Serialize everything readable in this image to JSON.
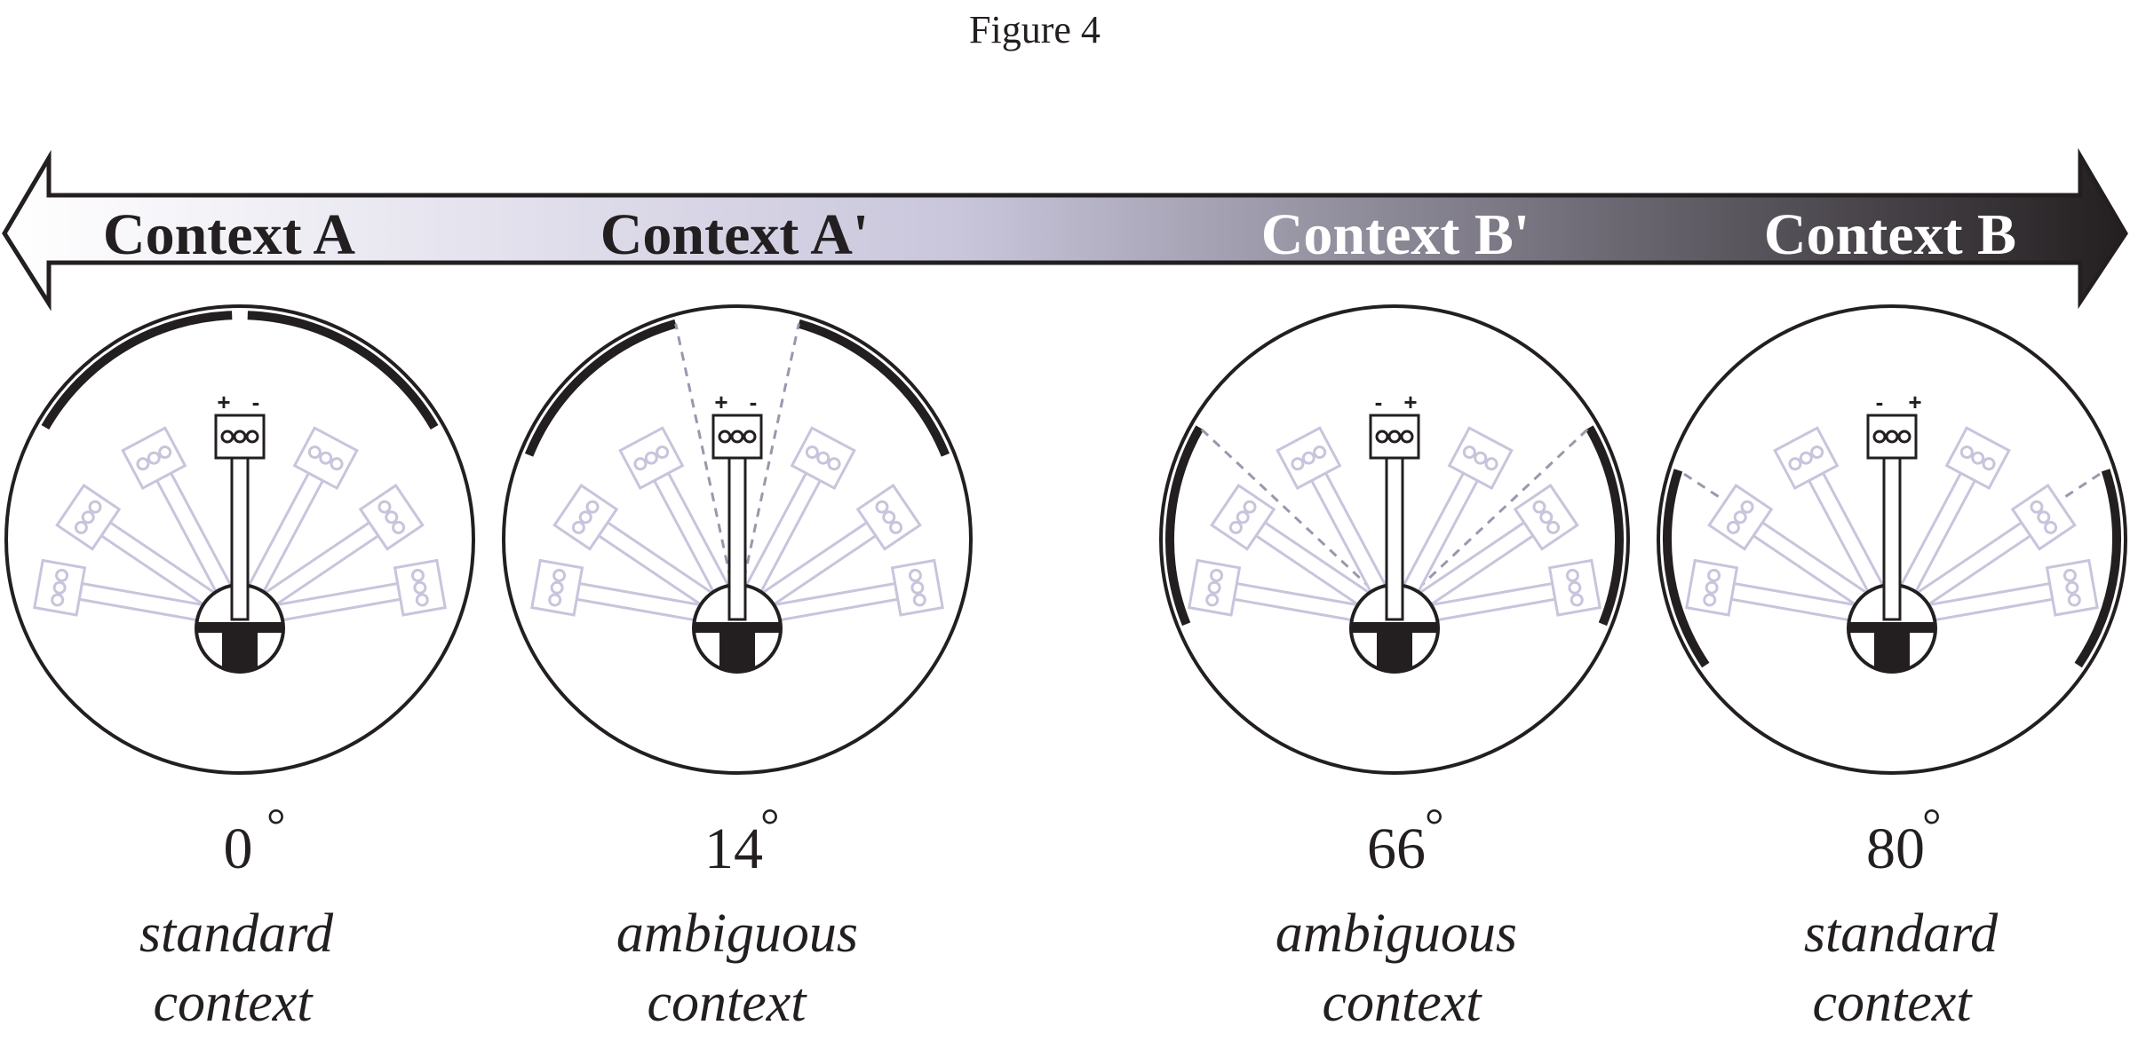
{
  "figure": {
    "title": "Figure 4"
  },
  "gradient_arrow": {
    "colors": {
      "light_end": "#ffffff",
      "mid": "#c9c6dc",
      "dark_end": "#231f20"
    },
    "labels": [
      {
        "id": "a",
        "text": "Context A",
        "color": "#231f20"
      },
      {
        "id": "a-prime",
        "text": "Context A'",
        "color": "#231f20"
      },
      {
        "id": "b-prime",
        "text": "Context B'",
        "color": "#ffffff"
      },
      {
        "id": "b",
        "text": "Context B",
        "color": "#ffffff"
      }
    ]
  },
  "colors": {
    "ink": "#231f20",
    "ghost_device": "#c7c5dc",
    "guide_dash": "#9a98ac"
  },
  "panels": [
    {
      "id": "0",
      "angle": "0",
      "angle_value": 0,
      "degree_symbol": "°",
      "description_line1": "standard",
      "description_line2": "context",
      "polarity_left": "+",
      "polarity_right": "-"
    },
    {
      "id": "14",
      "angle": "14",
      "angle_value": 14,
      "degree_symbol": "°",
      "description_line1": "ambiguous",
      "description_line2": "context",
      "polarity_left": "+",
      "polarity_right": "-"
    },
    {
      "id": "66",
      "angle": "66",
      "angle_value": 66,
      "degree_symbol": "°",
      "description_line1": "ambiguous",
      "description_line2": "context",
      "polarity_left": "-",
      "polarity_right": "+"
    },
    {
      "id": "80",
      "angle": "80",
      "angle_value": 80,
      "degree_symbol": "°",
      "description_line1": "standard",
      "description_line2": "context",
      "polarity_left": "-",
      "polarity_right": "+"
    }
  ]
}
